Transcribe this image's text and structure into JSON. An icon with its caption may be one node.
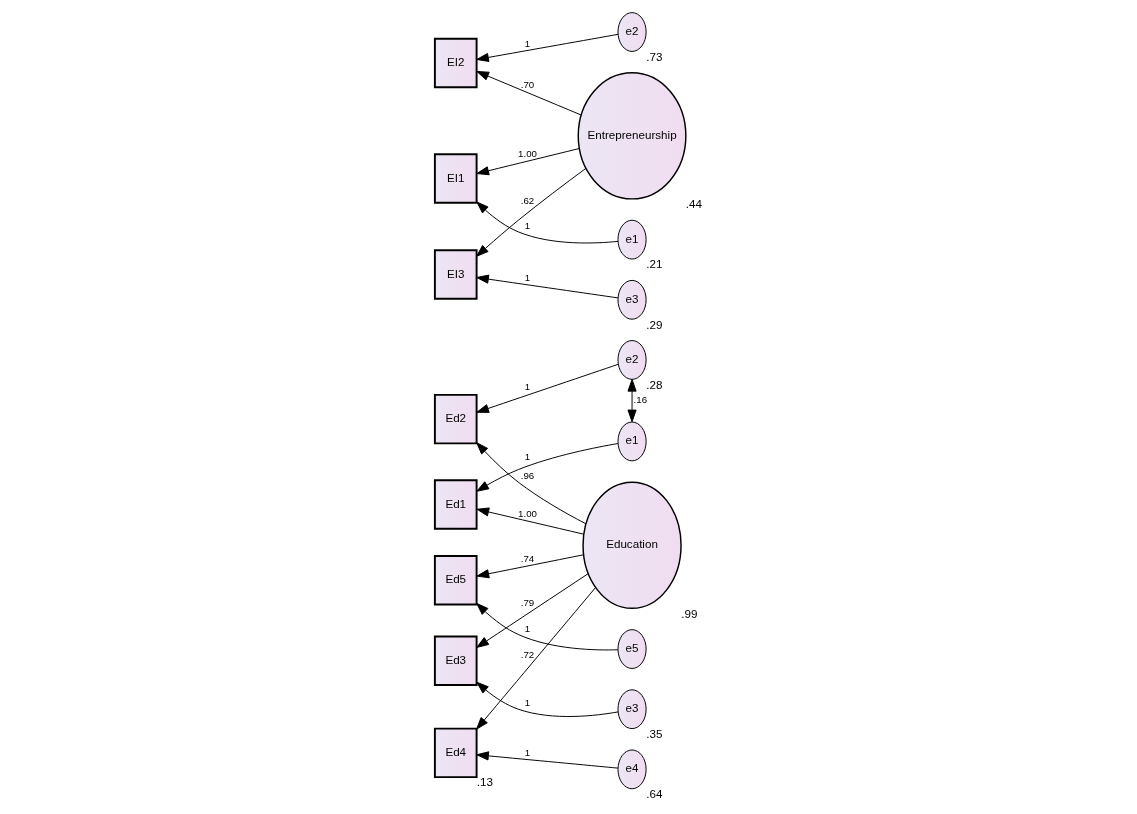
{
  "diagram": {
    "nodes": [
      {
        "text": [
          "e1"
        ]
      },
      {
        "text": [
          "Ed1"
        ]
      },
      {
        "text": [
          "e2"
        ],
        "beside": [
          ".28"
        ]
      },
      {
        "text": [
          "Ed2"
        ]
      },
      {
        "text": [
          "e3"
        ],
        "beside": [
          ".35"
        ]
      },
      {
        "text": [
          "Ed3"
        ]
      },
      {
        "text": [
          "e4"
        ],
        "beside": [
          ".64"
        ]
      },
      {
        "text": [
          "Ed4"
        ],
        "beside": [
          ".13"
        ]
      },
      {
        "text": [
          "e5"
        ]
      },
      {
        "text": [
          "Ed5"
        ]
      },
      {
        "text": [
          "Education"
        ],
        "beside": [
          ".99"
        ]
      },
      {
        "text": [
          "e1"
        ],
        "beside": [
          ".21"
        ]
      },
      {
        "text": [
          "EI1"
        ]
      },
      {
        "text": [
          "e2"
        ],
        "beside": [
          ".73"
        ]
      },
      {
        "text": [
          "EI2"
        ]
      },
      {
        "text": [
          "e3"
        ],
        "beside": [
          ".29"
        ]
      },
      {
        "text": [
          "EI3"
        ]
      },
      {
        "text": [
          "Entrepreneurship"
        ],
        "beside": [
          ".44"
        ]
      }
    ],
    "edges": [
      {
        "from": 0,
        "to": 2,
        "arrow": "both",
        "label": ".16"
      },
      {
        "from": 0,
        "to": 1,
        "arrow": "to",
        "label": "1"
      },
      {
        "from": 2,
        "to": 3,
        "arrow": "to",
        "label": "1"
      },
      {
        "from": 4,
        "to": 5,
        "arrow": "to",
        "label": "1"
      },
      {
        "from": 6,
        "to": 7,
        "arrow": "to",
        "label": "1"
      },
      {
        "from": 8,
        "to": 9,
        "arrow": "to",
        "label": "1"
      },
      {
        "from": 10,
        "to": 1,
        "arrow": "to",
        "label": "1.00"
      },
      {
        "from": 10,
        "to": 3,
        "arrow": "to",
        "label": ".96"
      },
      {
        "from": 10,
        "to": 5,
        "arrow": "to",
        "label": ".79"
      },
      {
        "from": 10,
        "to": 7,
        "arrow": "to",
        "label": ".72"
      },
      {
        "from": 10,
        "to": 9,
        "arrow": "to",
        "label": ".74"
      },
      {
        "from": 11,
        "to": 12,
        "arrow": "to",
        "label": "1"
      },
      {
        "from": 13,
        "to": 14,
        "arrow": "to",
        "label": "1"
      },
      {
        "from": 15,
        "to": 16,
        "arrow": "to",
        "label": "1"
      },
      {
        "from": 17,
        "to": 12,
        "arrow": "to",
        "label": "1.00"
      },
      {
        "from": 17,
        "to": 14,
        "arrow": "to",
        "label": ".70"
      },
      {
        "from": 17,
        "to": 16,
        "arrow": "to",
        "label": ".62"
      }
    ]
  }
}
